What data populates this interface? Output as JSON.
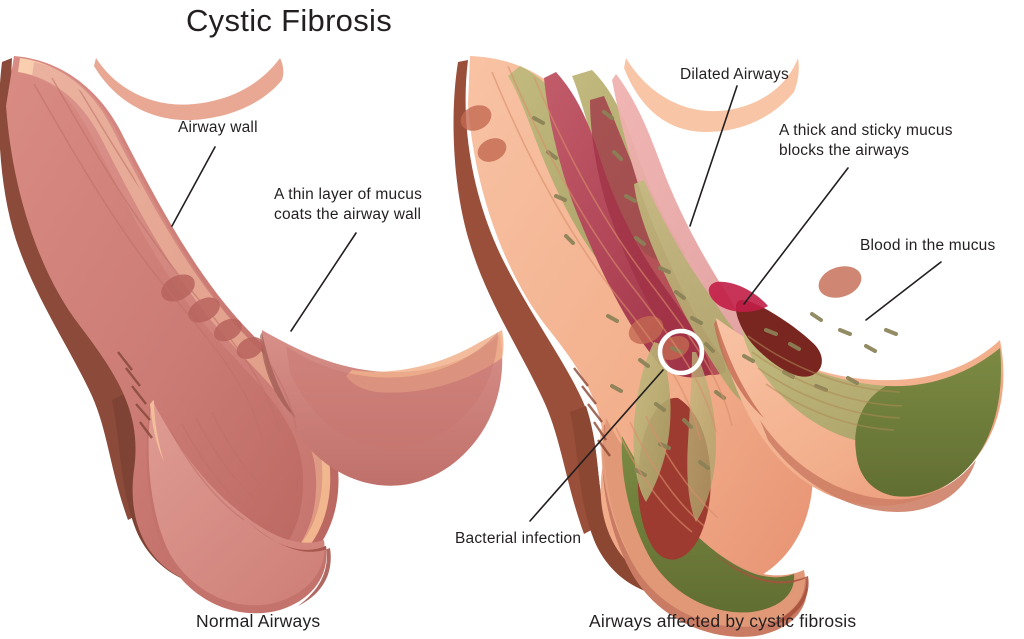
{
  "page": {
    "title": "Cystic Fibrosis",
    "background_color": "#ffffff",
    "text_color": "#231f20"
  },
  "palette": {
    "normal_wall": "#CE7F78",
    "normal_wall_dark": "#B9645E",
    "normal_wall_shadow": "#8B4A3A",
    "normal_mucus_lining": "#F7C39B",
    "normal_lumen_pink": "#D98F86",
    "cf_outer_wall": "#F3B190",
    "cf_outer_wall_dark": "#C46A52",
    "cf_mucus_olive": "#B6AE72",
    "cf_mucus_olive_deep": "#6B7A3A",
    "cf_inflamed_red": "#B4505F",
    "cf_inflamed_deep": "#A03145",
    "blood_dark_red": "#7A2620",
    "bacteria": "#8A8257",
    "highlight_ring": "#ffffff",
    "leader_line": "#231f20"
  },
  "labels": {
    "airway_wall": "Airway wall",
    "thin_mucus_line1": "A thin layer of mucus",
    "thin_mucus_line2": "coats the airway wall",
    "dilated_airways": "Dilated Airways",
    "thick_mucus_line1": "A thick and sticky mucus",
    "thick_mucus_line2": "blocks the airways",
    "blood_in_mucus": "Blood in the mucus",
    "bacterial_infection": "Bacterial infection"
  },
  "captions": {
    "normal": "Normal Airways",
    "cystic_fibrosis": "Airways affected by cystic fibrosis"
  },
  "figures": [
    {
      "name": "normal-airway",
      "caption": "Normal Airways",
      "annotations": [
        "Airway wall",
        "A thin layer of mucus coats the airway wall"
      ]
    },
    {
      "name": "cystic-fibrosis-airway",
      "caption": "Airways affected by cystic fibrosis",
      "annotations": [
        "Dilated Airways",
        "A thick and sticky mucus blocks the airways",
        "Blood in the mucus",
        "Bacterial infection"
      ]
    }
  ]
}
